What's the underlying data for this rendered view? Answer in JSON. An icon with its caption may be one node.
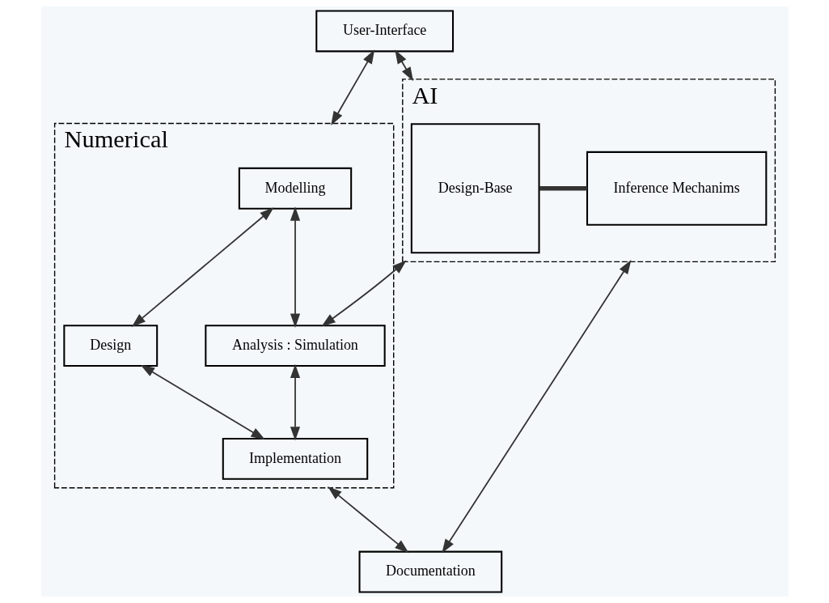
{
  "diagram": {
    "nodes": [
      {
        "text": [
          "User-Interface"
        ]
      },
      {
        "text": [
          "Numerical"
        ]
      },
      {
        "text": [
          "Modelling"
        ],
        "in": 1
      },
      {
        "text": [
          "Design"
        ],
        "in": 1
      },
      {
        "text": [
          "Analysis : Simulation"
        ],
        "in": 1
      },
      {
        "text": [
          "Implementation"
        ],
        "in": 1
      },
      {
        "text": [
          "AI"
        ]
      },
      {
        "text": [
          "Design-Base"
        ],
        "in": 6
      },
      {
        "text": [
          "Inference Mechanims"
        ],
        "in": 6
      },
      {
        "text": [
          "Documentation"
        ]
      }
    ],
    "edges": [
      {
        "from": 0,
        "to": 1,
        "arrow": "both"
      },
      {
        "from": 0,
        "to": 6,
        "arrow": "both"
      },
      {
        "from": 2,
        "to": 3,
        "arrow": "both"
      },
      {
        "from": 2,
        "to": 4,
        "arrow": "both"
      },
      {
        "from": 3,
        "to": 5,
        "arrow": "both"
      },
      {
        "from": 5,
        "to": 4,
        "arrow": "both"
      },
      {
        "from": 4,
        "to": 6,
        "arrow": "both"
      },
      {
        "from": 7,
        "to": 8,
        "arrow": "none",
        "style": "thick"
      },
      {
        "from": 1,
        "to": 9,
        "arrow": "both"
      },
      {
        "from": 6,
        "to": 9,
        "arrow": "both"
      }
    ]
  }
}
